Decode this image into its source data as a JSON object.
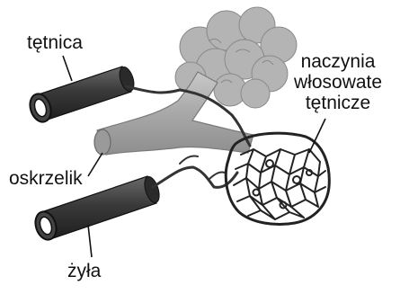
{
  "labels": {
    "artery": "tętnica",
    "bronchiole": "oskrzelik",
    "vein": "żyła",
    "capillaries_line1": "naczynia",
    "capillaries_line2": "włosowate",
    "capillaries_line3": "tętnicze"
  },
  "colors": {
    "vessel_dark": "#3a3a3a",
    "bronchiole_gray": "#a9a9a9",
    "alveoli_gray": "#b0b0b0",
    "capillary_net": "#2a2a2a",
    "background": "#ffffff"
  }
}
